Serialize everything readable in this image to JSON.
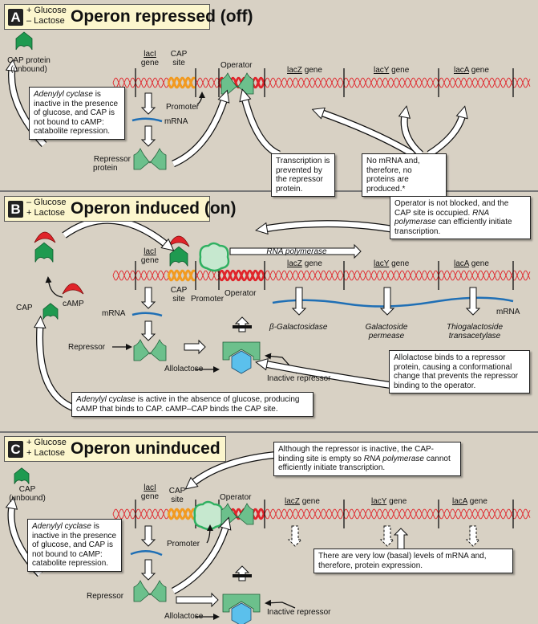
{
  "colors": {
    "background": "#d8d1c4",
    "header": "#fcf6cd",
    "dna": "#e0242a",
    "cap_site": "#f29b1f",
    "cap_protein": "#1f9a50",
    "repressor": "#6cc08c",
    "camp": "#e0242a",
    "mrna": "#1f6fb5",
    "allolactose": "#5bc0ec"
  },
  "panelA": {
    "letter": "A",
    "cond1": "+ Glucose",
    "cond2": "– Lactose",
    "title": "Operon repressed (off)",
    "cap_label1": "CAP protein",
    "cap_label2": "(unbound)",
    "laci1": "lacI",
    "laci2": "gene",
    "capsite1": "CAP",
    "capsite2": "site",
    "operator": "Operator",
    "lacz": "lacZ",
    "lacy": "lacY",
    "laca": "lacA",
    "gene": "gene",
    "promoter": "Promoter",
    "mrna": "mRNA",
    "repressor1": "Repressor",
    "repressor2": "protein",
    "adenylyl_italic": "Adenylyl cyclase",
    "adenylyl_rest": "is inactive in the presence of glucose, and CAP is not bound to cAMP: catabolite repression.",
    "transcription_note": "Transcription is prevented by the repressor protein.",
    "no_mrna_note": "No mRNA and, therefore, no proteins are produced.*"
  },
  "panelB": {
    "letter": "B",
    "cond1": "– Glucose",
    "cond2": "+ Lactose",
    "title": "Operon induced (on)",
    "note_a": "Operator is not blocked, and the CAP site is occupied.",
    "note_italic": "RNA polymerase",
    "note_b": "can efficiently initiate transcription.",
    "rna_pol": "RNA polymerase",
    "camp": "cAMP",
    "cap": "CAP",
    "laci1": "lacI",
    "laci2": "gene",
    "capsite1": "CAP",
    "capsite2": "site",
    "promoter": "Promoter",
    "operator": "Operator",
    "lacz": "lacZ",
    "lacy": "lacY",
    "laca": "lacA",
    "gene": "gene",
    "mrna": "mRNA",
    "mrna2": "mRNA",
    "repressor": "Repressor",
    "allolactose": "Allolactose",
    "inactive_repressor": "Inactive repressor",
    "protein1": "β-Galactosidase",
    "protein2a": "Galactoside",
    "protein2b": "permease",
    "protein3a": "Thiogalactoside",
    "protein3b": "transacetylase",
    "allo_note": "Allolactose binds to a repressor protein, causing a conformational change that prevents the repressor binding to the operator.",
    "adenylyl_italic": "Adenylyl cyclase",
    "adenylyl_rest": "is active in the absence of glucose, producing cAMP that binds to CAP. cAMP–CAP binds the CAP site."
  },
  "panelC": {
    "letter": "C",
    "cond1": "+ Glucose",
    "cond2": "+ Lactose",
    "title": "Operon uninduced",
    "note_a": "Although the repressor is inactive, the CAP-binding site is empty so",
    "note_italic": "RNA polymerase",
    "note_b": "cannot efficiently initiate transcription.",
    "cap1": "CAP",
    "cap2": "(unbound)",
    "laci1": "lacI",
    "laci2": "gene",
    "capsite1": "CAP",
    "capsite2": "site",
    "operator": "Operator",
    "promoter": "Promoter",
    "lacz": "lacZ",
    "lacy": "lacY",
    "laca": "lacA",
    "gene": "gene",
    "adenylyl_italic": "Adenylyl cyclase",
    "adenylyl_rest": "is inactive in the presence of glucose, and CAP is not bound to cAMP: catabolite repression.",
    "basal_note": "There are very low (basal) levels of mRNA and, therefore, protein expression.",
    "repressor": "Repressor",
    "allolactose": "Allolactose",
    "inactive_repressor": "Inactive repressor"
  }
}
